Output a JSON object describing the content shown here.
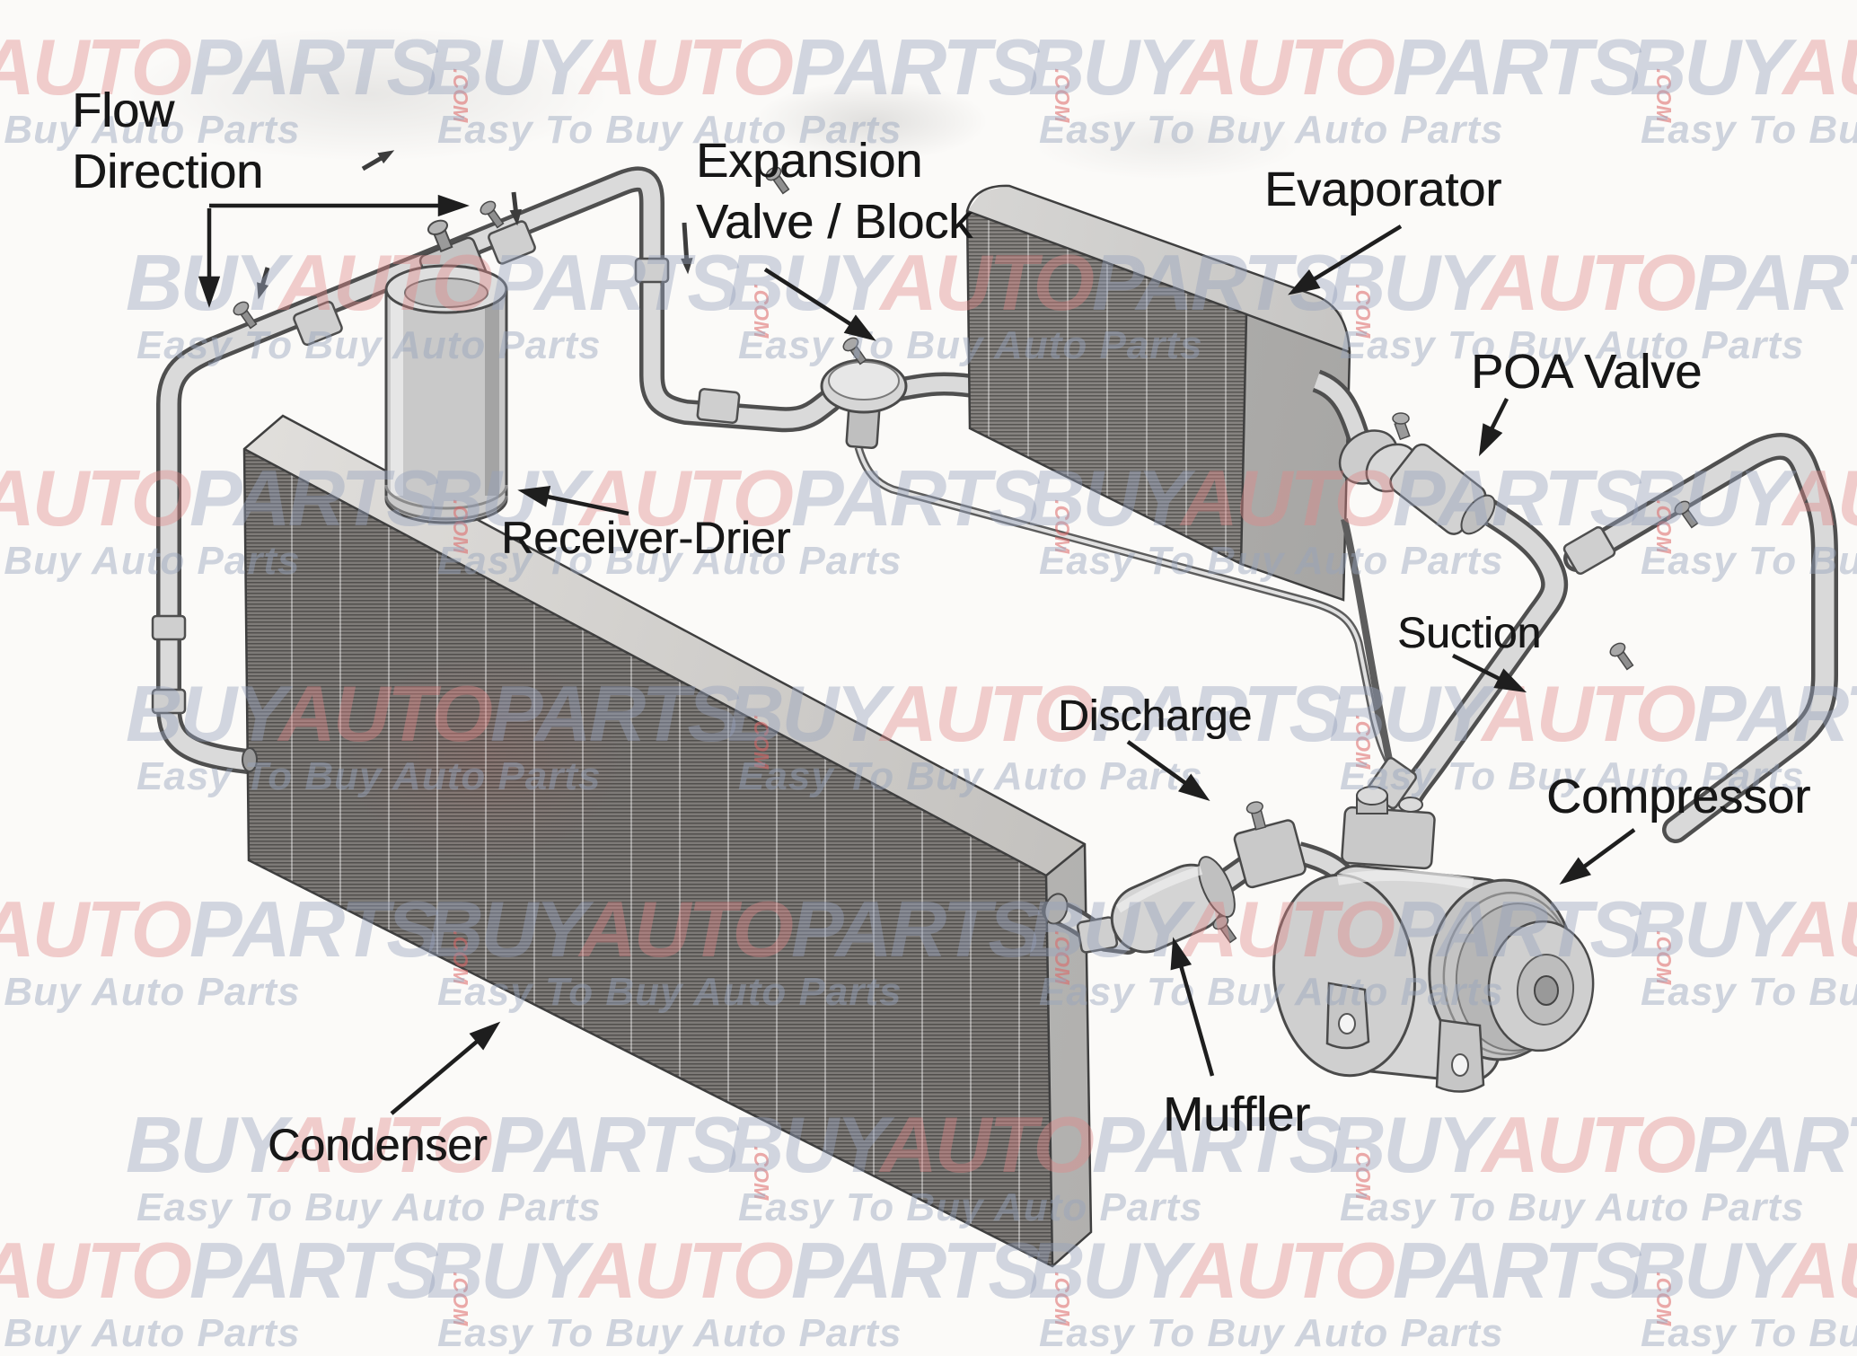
{
  "labels": {
    "flow": {
      "line1": "Flow",
      "line2": "Direction"
    },
    "expansion": {
      "line1": "Expansion",
      "line2": "Valve / Block"
    },
    "evaporator": "Evaporator",
    "poa_valve": "POA Valve",
    "receiver_drier": "Receiver-Drier",
    "suction": "Suction",
    "discharge": "Discharge",
    "compressor": "Compressor",
    "muffler": "Muffler",
    "condenser": "Condenser"
  },
  "watermark": {
    "brand": [
      "BUY",
      "AUTO",
      "PARTS"
    ],
    "com": ".COM",
    "tagline": "Easy To Buy Auto Parts",
    "brand_color": "#96a3bd",
    "accent_color": "#e28888"
  },
  "colors": {
    "ink": "#171717",
    "line_art": "#4a4a4a",
    "tube_fill": "#d9d9d9",
    "slab_dark": "#74716e",
    "background": "#fbfaf8"
  }
}
